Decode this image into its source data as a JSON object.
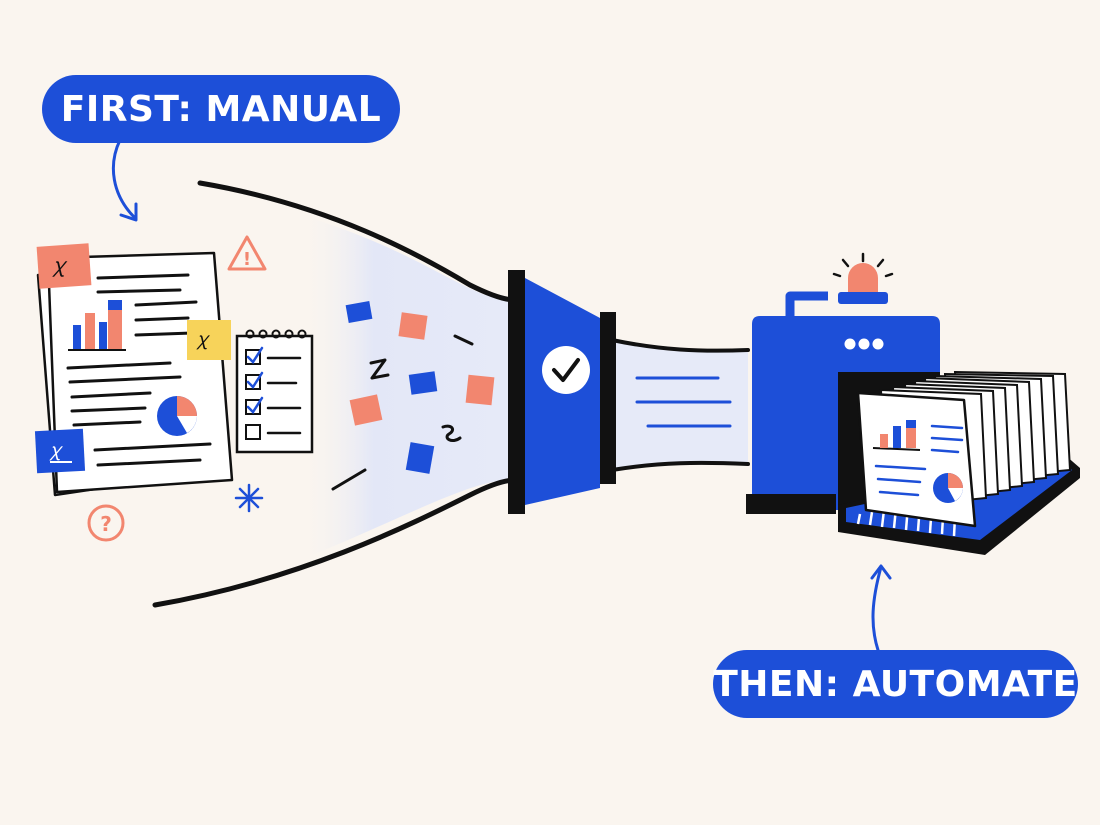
{
  "labels": {
    "first": "FIRST: MANUAL",
    "then": "THEN: AUTOMATE"
  },
  "colors": {
    "background": "#faf5ef",
    "brand_blue": "#1d4fd8",
    "coral": "#f2866f",
    "sticky_yellow": "#f7d35a",
    "ink": "#111111",
    "funnel_tint": "#e6eaf8"
  },
  "icons": {
    "sticky_note_glyph": "ꭓ",
    "warning_glyph": "!",
    "question_glyph": "?",
    "sparkle_glyph": "✳"
  }
}
